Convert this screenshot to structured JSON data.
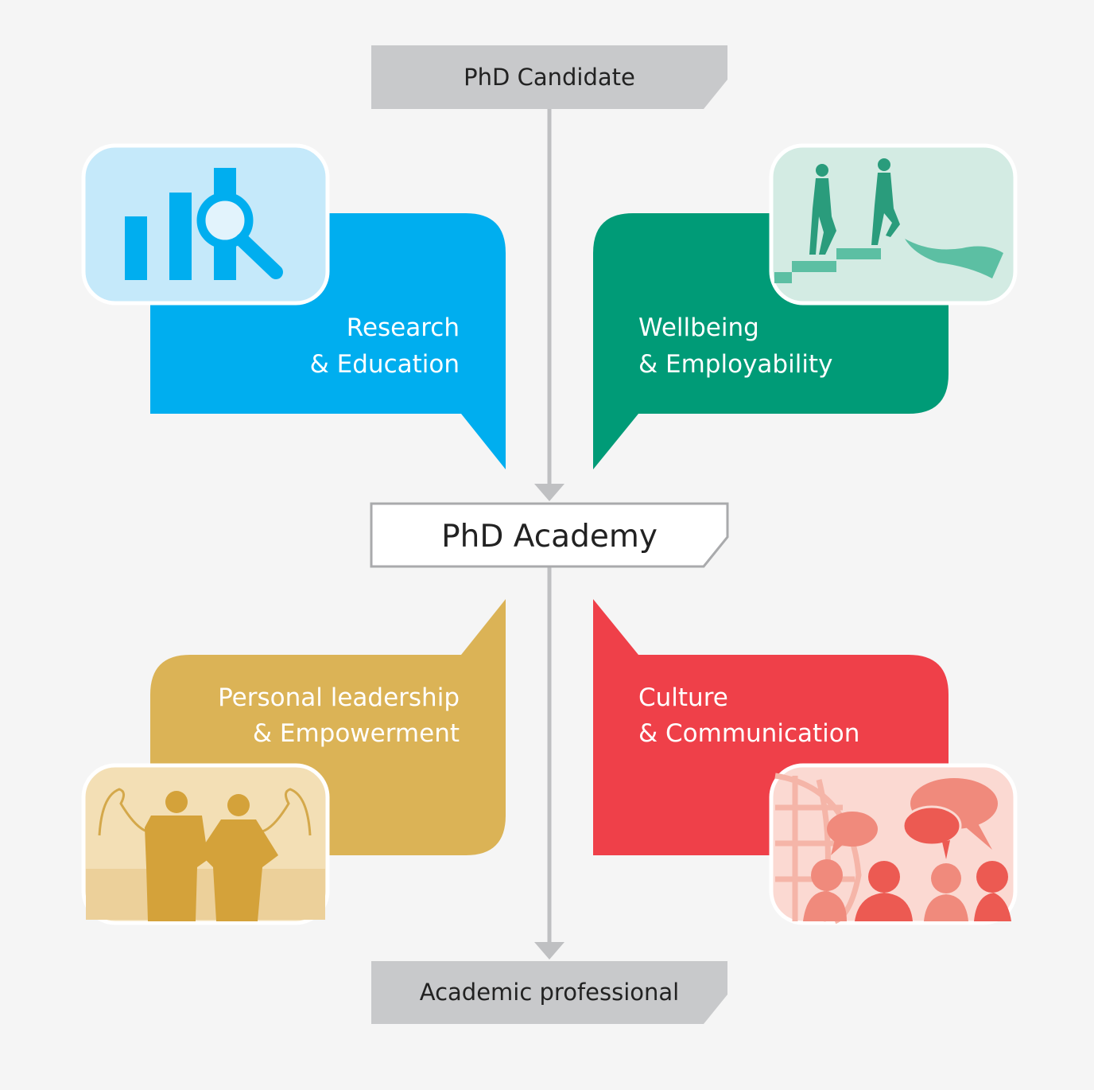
{
  "flow": {
    "start": "PhD Candidate",
    "center": "PhD Academy",
    "end": "Academic professional"
  },
  "pillars": [
    {
      "line1": "Research",
      "line2": "& Education",
      "color": "#00aeef",
      "icon": "bar-chart-magnifier-icon"
    },
    {
      "line1": "Wellbeing",
      "line2": "& Employability",
      "color": "#009b77",
      "icon": "people-climbing-stairs-icon"
    },
    {
      "line1": "Personal leadership",
      "line2": "& Empowerment",
      "color": "#dbb356",
      "icon": "strong-people-icon"
    },
    {
      "line1": "Culture",
      "line2": "& Communication",
      "color": "#ef4049",
      "icon": "people-talking-globe-icon"
    }
  ]
}
